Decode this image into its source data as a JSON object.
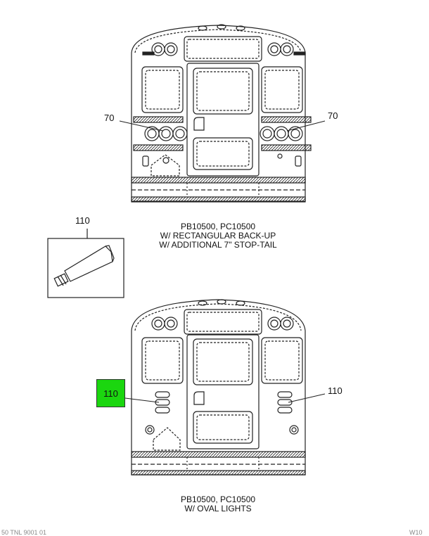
{
  "diagram": {
    "top_view": {
      "caption_lines": [
        "PB10500, PC10500",
        "W/ RECTANGULAR BACK-UP",
        "W/ ADDITIONAL 7\" STOP-TAIL"
      ],
      "callout_left": "70",
      "callout_right": "70"
    },
    "tube_item": {
      "callout": "110"
    },
    "bottom_view": {
      "caption_lines": [
        "PB10500, PC10500",
        "W/ OVAL LIGHTS"
      ],
      "callout_left_highlighted": "110",
      "callout_right": "110"
    },
    "highlight_color": "#1bd60f",
    "footer": {
      "left": "50 TNL 9001 01",
      "right": "W10"
    }
  }
}
